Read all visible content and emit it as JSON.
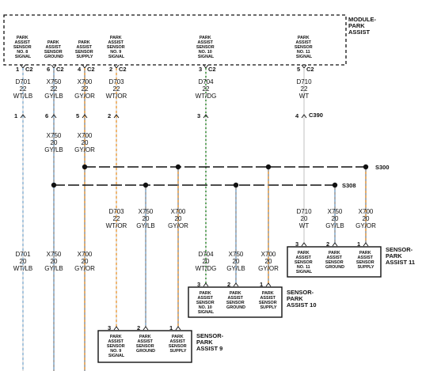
{
  "module": {
    "title_lines": [
      "MODULE-",
      "PARK",
      "ASSIST"
    ],
    "connector": "C2",
    "pins": [
      {
        "number": "1",
        "label_lines": [
          "PARK",
          "ASSIST",
          "SENSOR",
          "NO. 8",
          "SIGNAL"
        ]
      },
      {
        "number": "6",
        "label_lines": [
          "PARK",
          "ASSIST",
          "SENSOR",
          "GROUND"
        ]
      },
      {
        "number": "4",
        "label_lines": [
          "PARK",
          "ASSIST",
          "SENSOR",
          "SUPPLY"
        ]
      },
      {
        "number": "2",
        "label_lines": [
          "PARK",
          "ASSIST",
          "SENSOR",
          "NO. 9",
          "SIGNAL"
        ]
      },
      {
        "number": "3",
        "label_lines": [
          "PARK",
          "ASSIST",
          "SENSOR",
          "NO. 10",
          "SIGNAL"
        ]
      },
      {
        "number": "5",
        "label_lines": [
          "PARK",
          "ASSIST",
          "SENSOR",
          "NO. 11",
          "SIGNAL"
        ]
      }
    ]
  },
  "upper_circuits": [
    {
      "lines": [
        "D701",
        "22",
        "WT/LB"
      ]
    },
    {
      "lines": [
        "X750",
        "22",
        "GY/LB"
      ]
    },
    {
      "lines": [
        "X700",
        "22",
        "GY/OR"
      ]
    },
    {
      "lines": [
        "D703",
        "22",
        "WT/OR"
      ]
    },
    {
      "lines": [
        "D704",
        "22",
        "WT/DG"
      ]
    },
    {
      "lines": [
        "D710",
        "22",
        "WT"
      ]
    }
  ],
  "inline_connector": {
    "name": "C390",
    "pins": [
      "1",
      "6",
      "5",
      "2",
      "3",
      "4"
    ]
  },
  "splices": {
    "s300": "S300",
    "s308": "S308"
  },
  "mid_circuits": [
    {
      "lines": [
        "X750",
        "20",
        "GY/LB"
      ]
    },
    {
      "lines": [
        "X700",
        "20",
        "GY/OR"
      ]
    }
  ],
  "branch_circuits": [
    {
      "lines": [
        "D703",
        "22",
        "WT/OR"
      ]
    },
    {
      "lines": [
        "X750",
        "20",
        "GY/LB"
      ]
    },
    {
      "lines": [
        "X700",
        "20",
        "GY/OR"
      ]
    },
    {
      "lines": [
        "D710",
        "20",
        "WT"
      ]
    },
    {
      "lines": [
        "X750",
        "20",
        "GY/LB"
      ]
    },
    {
      "lines": [
        "X700",
        "20",
        "GY/OR"
      ]
    }
  ],
  "lower_circuits": [
    {
      "lines": [
        "D701",
        "20",
        "WT/LB"
      ]
    },
    {
      "lines": [
        "X750",
        "20",
        "GY/LB"
      ]
    },
    {
      "lines": [
        "X700",
        "20",
        "GY/OR"
      ]
    },
    {
      "lines": [
        "D704",
        "20",
        "WT/DG"
      ]
    },
    {
      "lines": [
        "X750",
        "20",
        "GY/LB"
      ]
    },
    {
      "lines": [
        "X700",
        "20",
        "GY/OR"
      ]
    }
  ],
  "sensors": [
    {
      "name_lines": [
        "SENSOR-",
        "PARK",
        "ASSIST 9"
      ],
      "pins": [
        {
          "number": "3",
          "label_lines": [
            "PARK",
            "ASSIST",
            "SENSOR",
            "NO. 9",
            "SIGNAL"
          ]
        },
        {
          "number": "2",
          "label_lines": [
            "PARK",
            "ASSIST",
            "SENSOR",
            "GROUND"
          ]
        },
        {
          "number": "1",
          "label_lines": [
            "PARK",
            "ASSIST",
            "SENSOR",
            "SUPPLY"
          ]
        }
      ]
    },
    {
      "name_lines": [
        "SENSOR-",
        "PARK",
        "ASSIST 10"
      ],
      "pins": [
        {
          "number": "3",
          "label_lines": [
            "PARK",
            "ASSIST",
            "SENSOR",
            "NO. 10",
            "SIGNAL"
          ]
        },
        {
          "number": "2",
          "label_lines": [
            "PARK",
            "ASSIST",
            "SENSOR",
            "GROUND"
          ]
        },
        {
          "number": "1",
          "label_lines": [
            "PARK",
            "ASSIST",
            "SENSOR",
            "SUPPLY"
          ]
        }
      ]
    },
    {
      "name_lines": [
        "SENSOR-",
        "PARK",
        "ASSIST 11"
      ],
      "pins": [
        {
          "number": "3",
          "label_lines": [
            "PARK",
            "ASSIST",
            "SENSOR",
            "NO. 11",
            "SIGNAL"
          ]
        },
        {
          "number": "2",
          "label_lines": [
            "PARK",
            "ASSIST",
            "SENSOR",
            "GROUND"
          ]
        },
        {
          "number": "1",
          "label_lines": [
            "PARK",
            "ASSIST",
            "SENSOR",
            "SUPPLY"
          ]
        }
      ]
    }
  ],
  "wire_colors": {
    "WT": "#d8d8d8",
    "LB": "#8ab4d8",
    "OR": "#f0a040",
    "GY": "#8a8a8a",
    "DG": "#2a8a2a",
    "line": "#111111"
  }
}
